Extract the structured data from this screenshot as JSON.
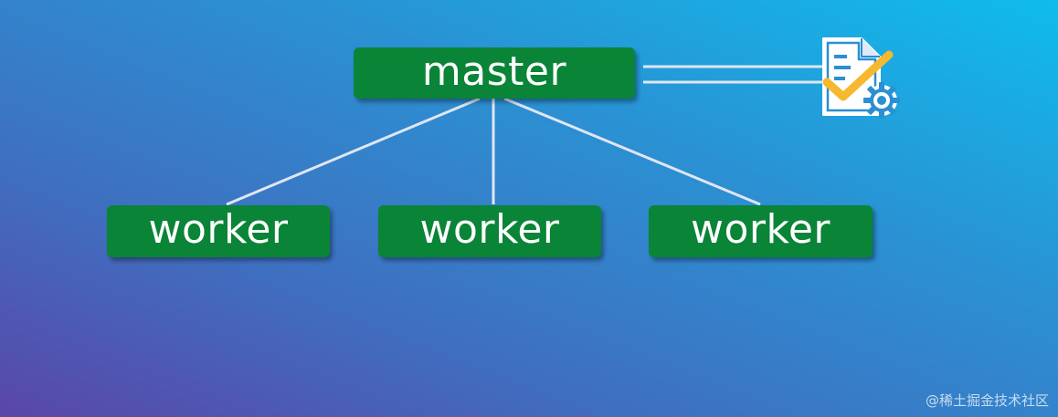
{
  "diagram": {
    "master": {
      "label": "master"
    },
    "workers": [
      {
        "label": "worker"
      },
      {
        "label": "worker"
      },
      {
        "label": "worker"
      }
    ],
    "config_icon": "config-document-gear-icon"
  },
  "watermark": {
    "text": "@稀土掘金技术社区"
  },
  "colors": {
    "node_fill": "#0a8437",
    "node_text": "#ffffff",
    "connector": "#dfe6f2",
    "check_mark": "#f5b82e",
    "background_start": "#5a46a8",
    "background_end": "#0fbcec"
  }
}
